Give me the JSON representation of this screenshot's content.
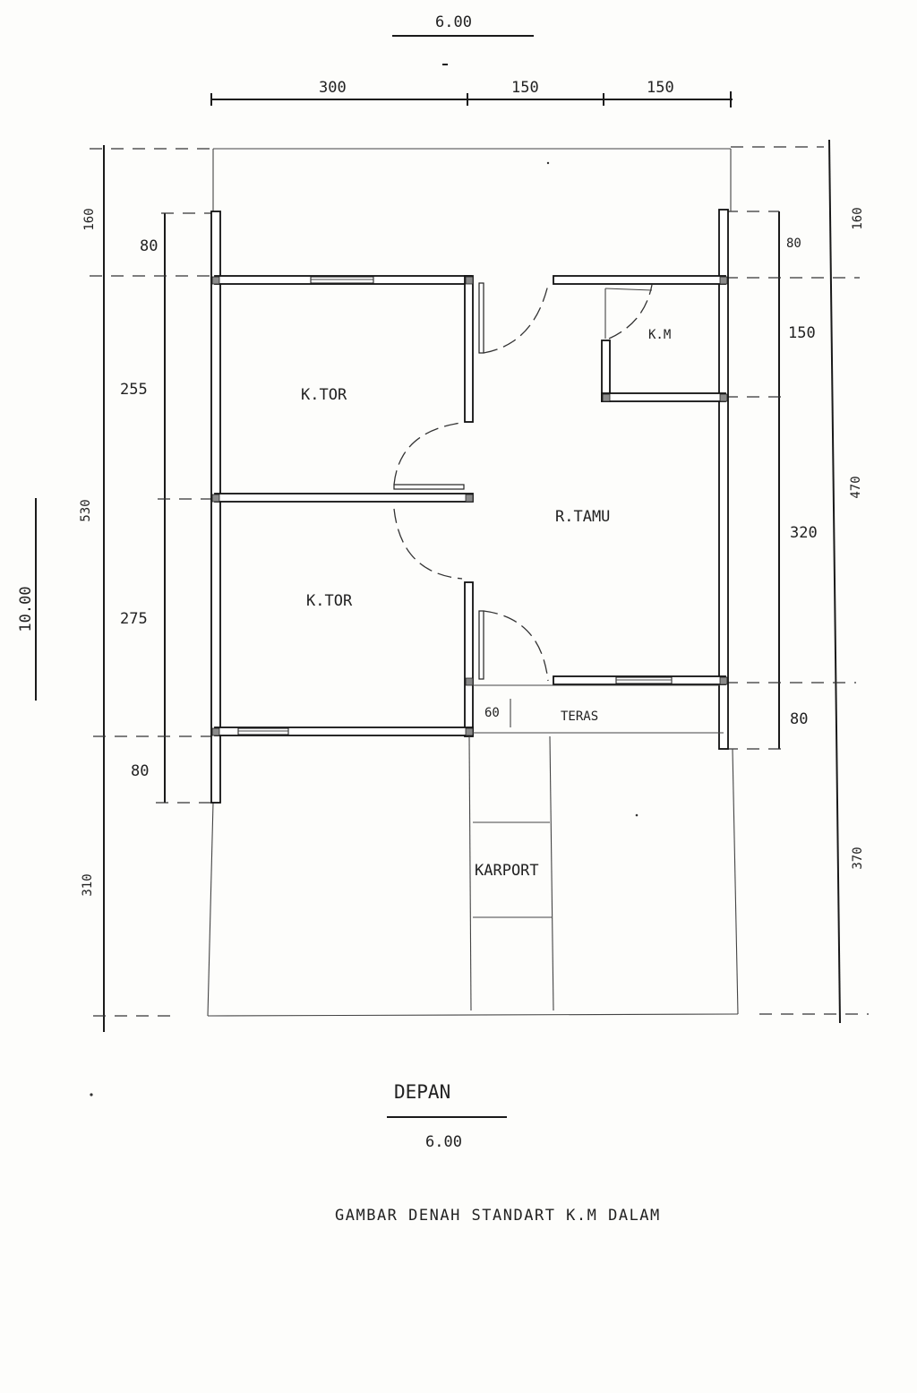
{
  "top": {
    "total": "6.00",
    "dims": [
      "300",
      "150",
      "150"
    ]
  },
  "left_outer": {
    "total": "10.00",
    "segments": [
      "160",
      "530",
      "310"
    ]
  },
  "left_inner": [
    "80",
    "255",
    "275",
    "80"
  ],
  "right_inner": [
    "80",
    "150",
    "320",
    "80"
  ],
  "right_outer": [
    "160",
    "470",
    "370"
  ],
  "rooms": {
    "bedroom_1": "K.TOR",
    "bedroom_2": "K.TOR",
    "bathroom": "K.M",
    "living_room": "R.TAMU",
    "terrace": "TERAS",
    "carport": "KARPORT",
    "terrace_dim": "60"
  },
  "front": {
    "label": "DEPAN",
    "width": "6.00"
  },
  "caption": "GAMBAR DENAH STANDART K.M DALAM"
}
